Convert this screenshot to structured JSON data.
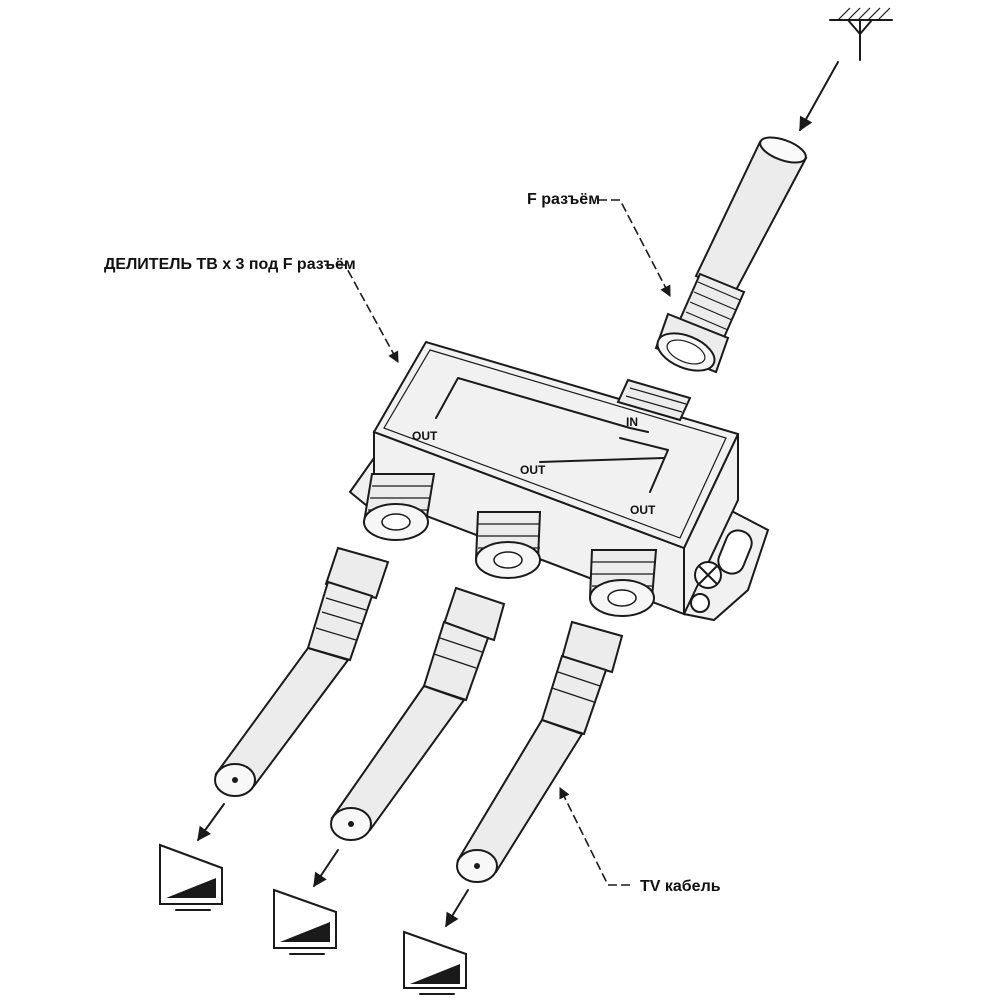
{
  "labels": {
    "splitter": "ДЕЛИТЕЛЬ ТВ х 3 под F разъём",
    "f_connector": "F разъём",
    "tv_cable": "TV кабель"
  },
  "ports": {
    "input": "IN",
    "out_left": "OUT",
    "out_middle": "OUT",
    "out_right": "OUT"
  },
  "icons": [
    "antenna-icon",
    "tv-icon",
    "tv-icon",
    "tv-icon",
    "screw-icon"
  ],
  "colors": {
    "line": "#1a1a1a",
    "fill": "#f1f1f1",
    "background": "#ffffff"
  }
}
